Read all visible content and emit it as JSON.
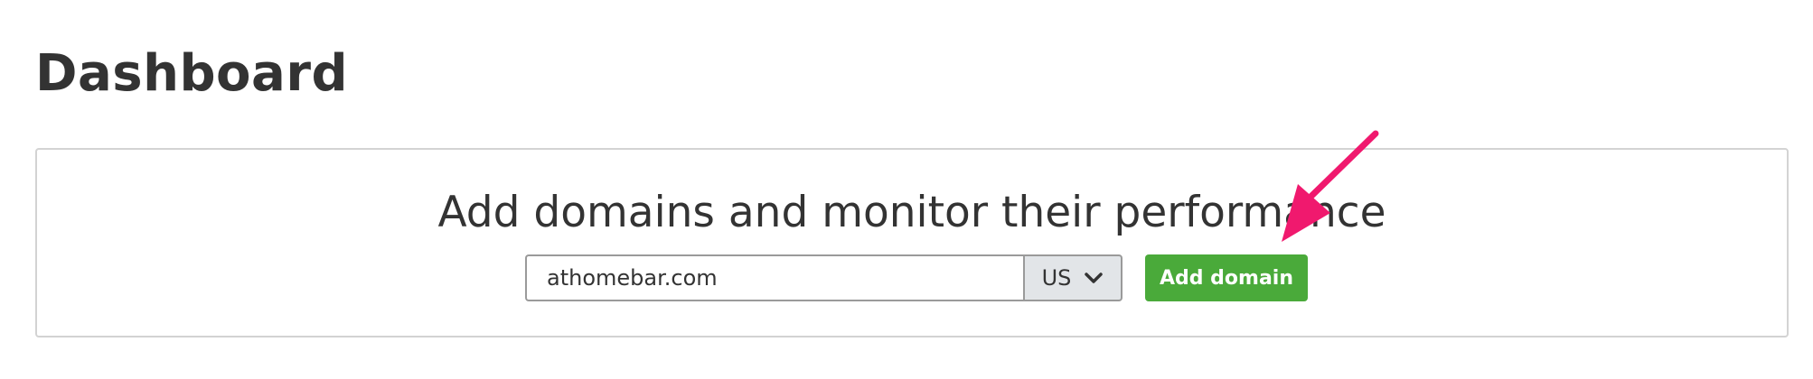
{
  "page": {
    "title": "Dashboard"
  },
  "add_domain_panel": {
    "heading": "Add domains and monitor their performance",
    "domain_input": {
      "value": "athomebar.com",
      "placeholder": ""
    },
    "region_select": {
      "selected": "US",
      "icon": "chevron-down-icon"
    },
    "add_button_label": "Add domain"
  },
  "annotation": {
    "icon": "pointer-arrow-icon",
    "color": "#f0196e"
  },
  "colors": {
    "accent_green": "#4aaa3a",
    "text_dark": "#333333",
    "panel_border": "#d3d3d3",
    "select_bg": "#e2e5e8"
  }
}
